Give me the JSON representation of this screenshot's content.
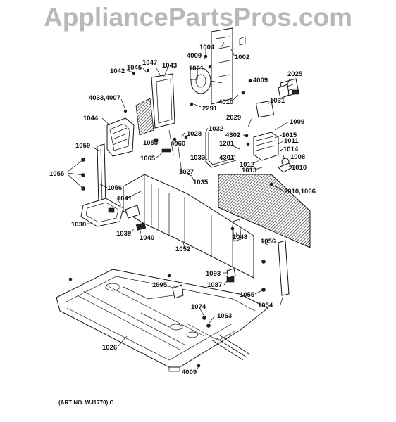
{
  "watermark": "AppliancePartsPros.com",
  "art_number": "(ART NO. WJ1770) C",
  "callouts": {
    "c1004": "1004",
    "c1002": "1002",
    "c4009a": "4009",
    "c1001": "1001",
    "c4009b": "4009",
    "c2025": "2025",
    "c1042": "1042",
    "c1045": "1045",
    "c1047": "1047",
    "c1043": "1043",
    "c4010": "4010",
    "c2291": "2291",
    "c1031": "1031",
    "c4033": "4033,4007",
    "c2029": "2029",
    "c1009": "1009",
    "c1044": "1044",
    "c1032": "1032",
    "c4302": "4302",
    "c1015": "1015",
    "c1011": "1011",
    "c1028": "1028",
    "c1053": "1053",
    "c4060": "4060",
    "c1281": "1281",
    "c1014": "1014",
    "c1059": "1059",
    "c1065": "1065",
    "c1033": "1033",
    "c4301": "4301",
    "c1008": "1008",
    "c1012": "1012",
    "c1010": "1010",
    "c1013": "1013",
    "c1027": "1027",
    "c1055a": "1055",
    "c1035": "1035",
    "c2010": "2010,1066",
    "c1056a": "1056",
    "c1041": "1041",
    "c1038": "1038",
    "c1039": "1039",
    "c1040": "1040",
    "c1048": "1048",
    "c1056b": "1056",
    "c1052": "1052",
    "c1093": "1093",
    "c1087": "1087",
    "c1095": "1095",
    "c1055b": "1055",
    "c1054": "1054",
    "c1074": "1074",
    "c1063": "1063",
    "c1026": "1026",
    "c4009c": "4009"
  }
}
